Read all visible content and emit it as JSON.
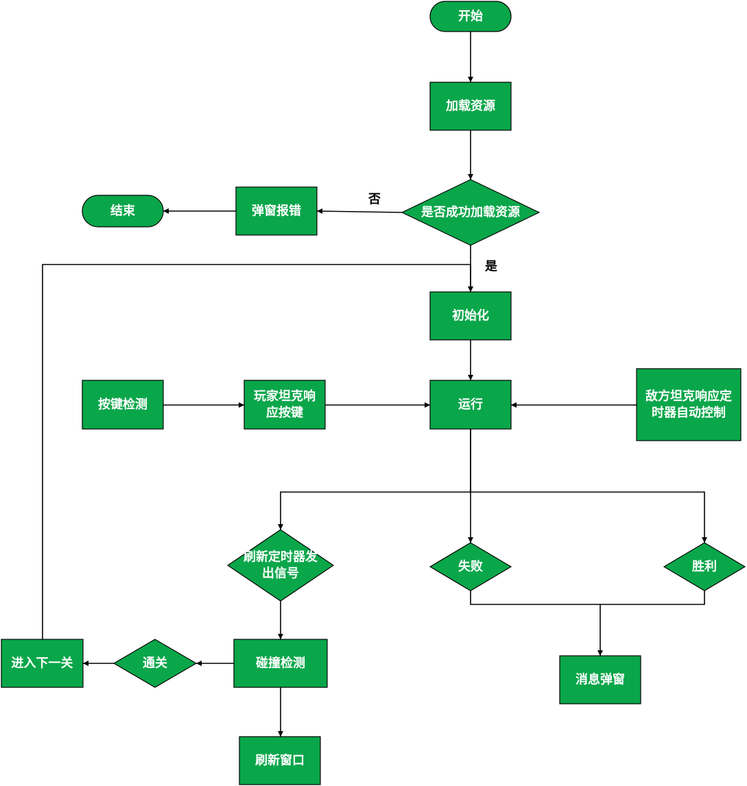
{
  "colors": {
    "node_fill": "#0aa64a",
    "node_text": "#ffffff",
    "edge": "#000000",
    "background": "#ffffff"
  },
  "nodes": {
    "start": {
      "label": [
        "开始"
      ],
      "shape": "terminator"
    },
    "load": {
      "label": [
        "加载资源"
      ],
      "shape": "process"
    },
    "check_load": {
      "label": [
        "是否成功加载资源"
      ],
      "shape": "decision"
    },
    "error_popup": {
      "label": [
        "弹窗报错"
      ],
      "shape": "process"
    },
    "end": {
      "label": [
        "结束"
      ],
      "shape": "terminator"
    },
    "init": {
      "label": [
        "初始化"
      ],
      "shape": "process"
    },
    "key_detect": {
      "label": [
        "按键检测"
      ],
      "shape": "process"
    },
    "player_respond": {
      "label": [
        "玩家坦克响",
        "应按键"
      ],
      "shape": "process"
    },
    "run": {
      "label": [
        "运行"
      ],
      "shape": "process"
    },
    "enemy_control": {
      "label": [
        "敌方坦克响应定",
        "时器自动控制"
      ],
      "shape": "process"
    },
    "timer_signal": {
      "label": [
        "刷新定时器发",
        "出信号"
      ],
      "shape": "decision"
    },
    "fail": {
      "label": [
        "失败"
      ],
      "shape": "decision"
    },
    "win": {
      "label": [
        "胜利"
      ],
      "shape": "decision"
    },
    "collision": {
      "label": [
        "碰撞检测"
      ],
      "shape": "process"
    },
    "clear": {
      "label": [
        "通关"
      ],
      "shape": "decision"
    },
    "next_level": {
      "label": [
        "进入下一关"
      ],
      "shape": "process"
    },
    "message_popup": {
      "label": [
        "消息弹窗"
      ],
      "shape": "process"
    },
    "refresh_window": {
      "label": [
        "刷新窗口"
      ],
      "shape": "process"
    }
  },
  "edges": [
    {
      "from": "start",
      "to": "load",
      "label": ""
    },
    {
      "from": "load",
      "to": "check_load",
      "label": ""
    },
    {
      "from": "check_load",
      "to": "error_popup",
      "label": "否"
    },
    {
      "from": "error_popup",
      "to": "end",
      "label": ""
    },
    {
      "from": "check_load",
      "to": "init",
      "label": "是"
    },
    {
      "from": "init",
      "to": "run",
      "label": ""
    },
    {
      "from": "key_detect",
      "to": "player_respond",
      "label": ""
    },
    {
      "from": "player_respond",
      "to": "run",
      "label": ""
    },
    {
      "from": "enemy_control",
      "to": "run",
      "label": ""
    },
    {
      "from": "run",
      "to": "timer_signal",
      "label": ""
    },
    {
      "from": "run",
      "to": "fail",
      "label": ""
    },
    {
      "from": "run",
      "to": "win",
      "label": ""
    },
    {
      "from": "fail",
      "to": "message_popup",
      "label": ""
    },
    {
      "from": "win",
      "to": "message_popup",
      "label": ""
    },
    {
      "from": "timer_signal",
      "to": "collision",
      "label": ""
    },
    {
      "from": "collision",
      "to": "clear",
      "label": ""
    },
    {
      "from": "clear",
      "to": "next_level",
      "label": ""
    },
    {
      "from": "collision",
      "to": "refresh_window",
      "label": ""
    },
    {
      "from": "next_level",
      "to": "init",
      "label": ""
    }
  ]
}
